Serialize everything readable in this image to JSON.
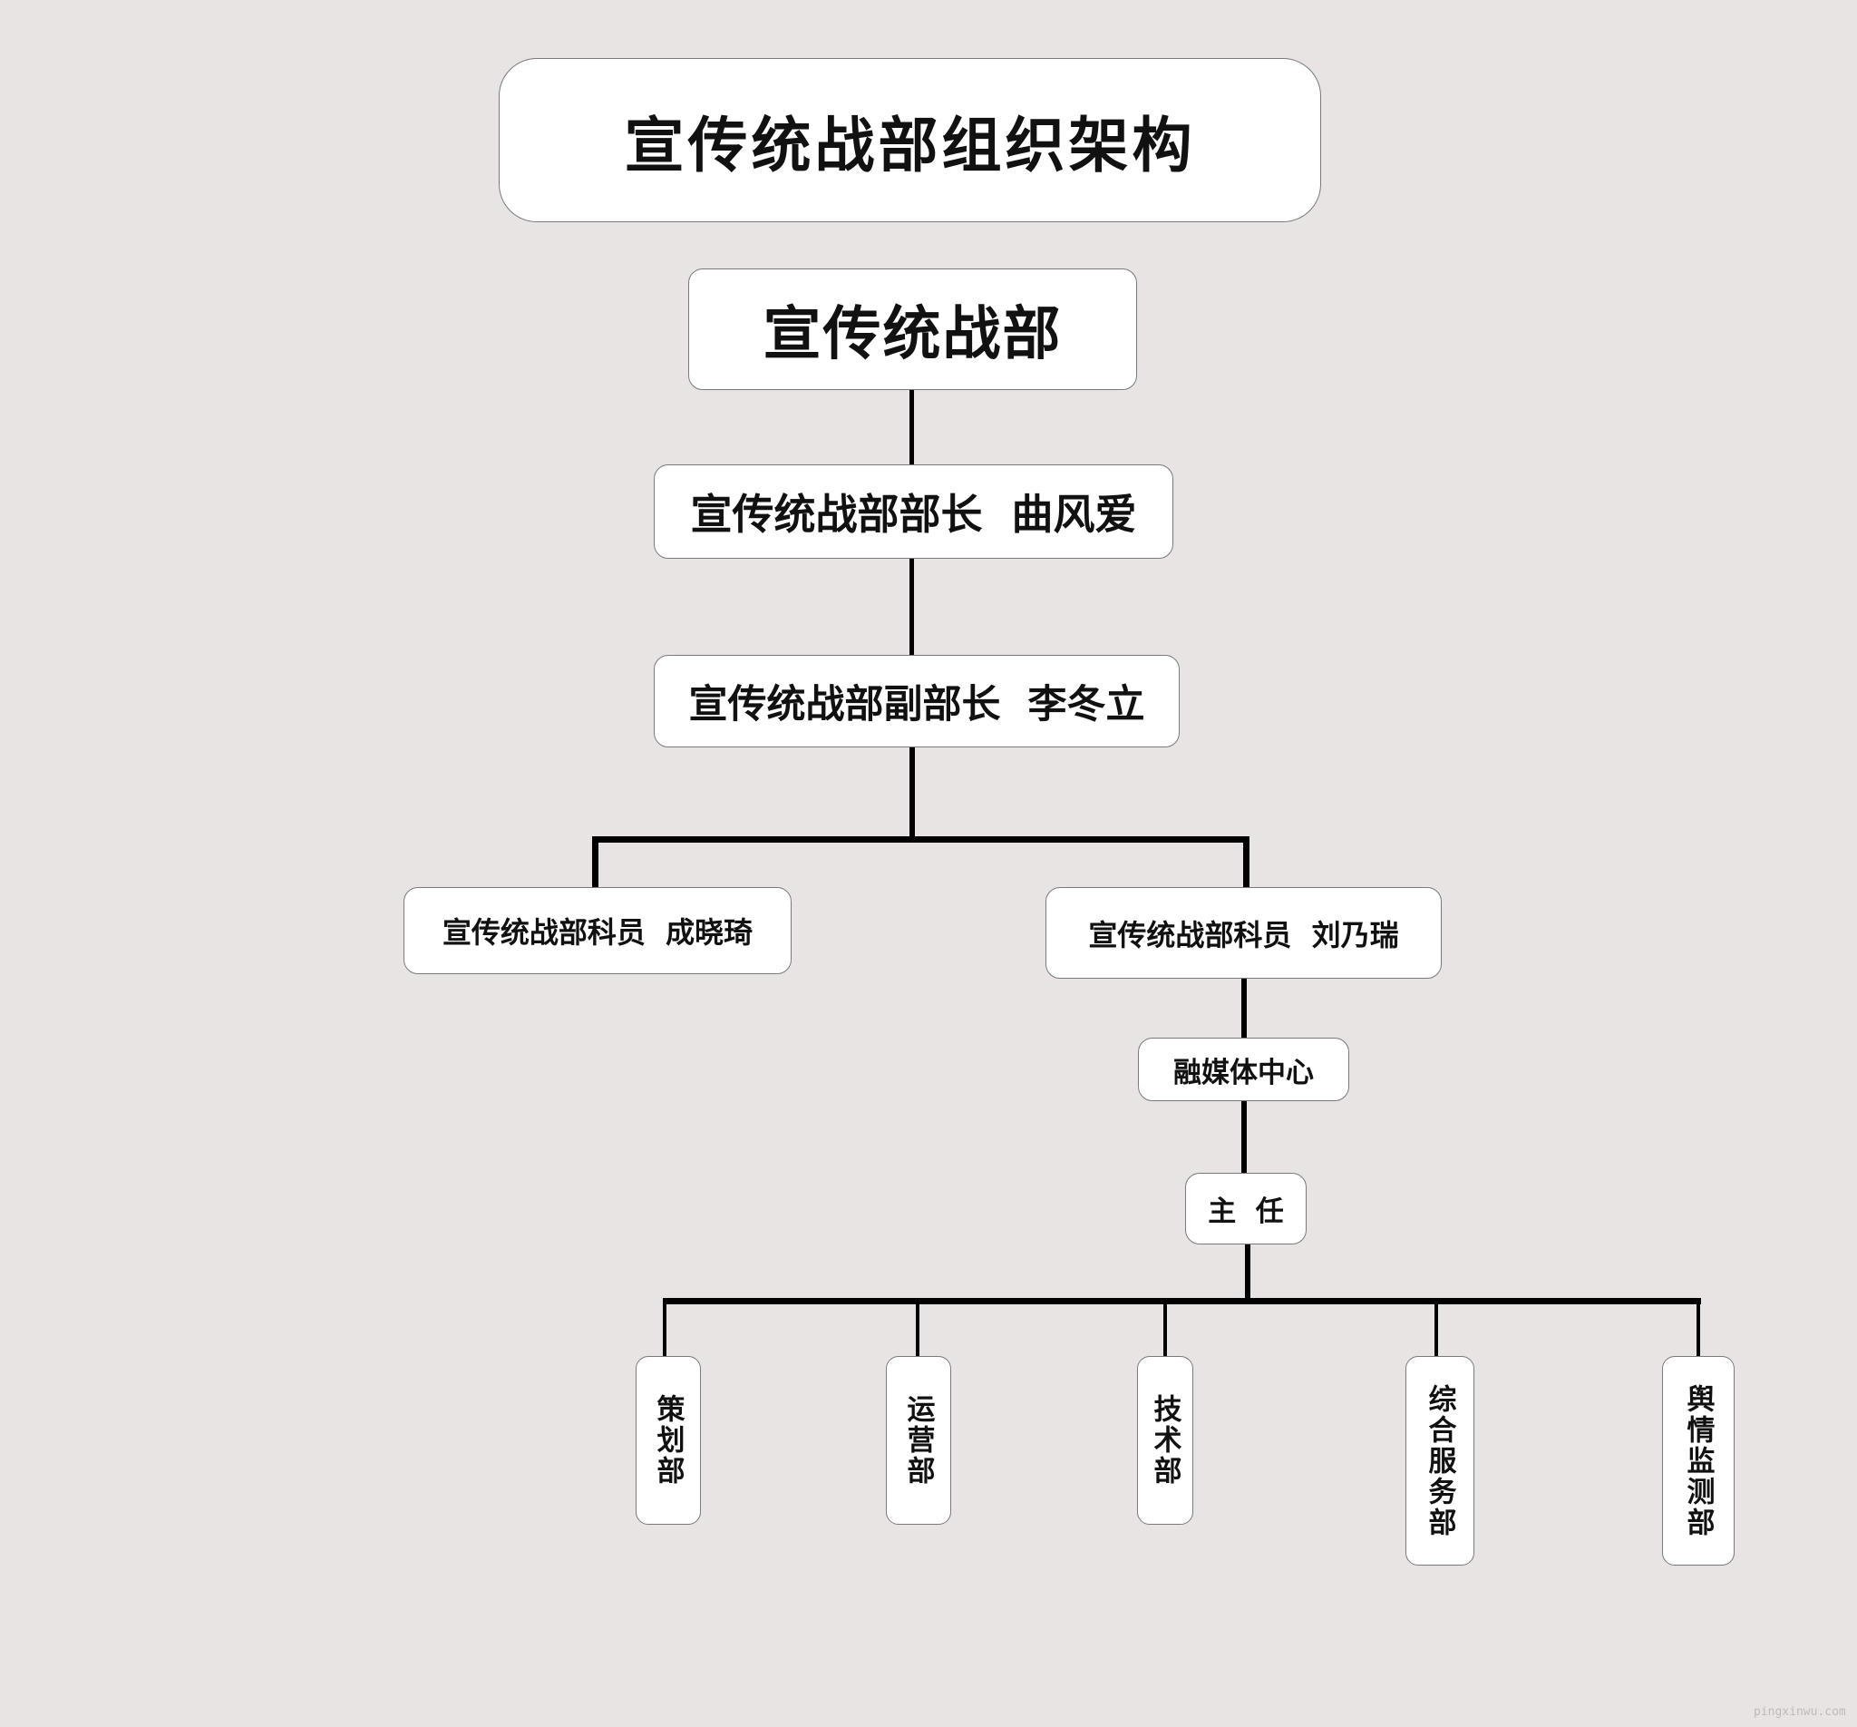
{
  "diagram": {
    "title": "宣传统战部组织架构",
    "root": "宣传统战部",
    "head": "宣传统战部部长  曲风爱",
    "deputy": "宣传统战部副部长  李冬立",
    "staff_left": "宣传统战部科员  成晓琦",
    "staff_right": "宣传统战部科员  刘乃瑞",
    "center": "融媒体中心",
    "director": "主  任",
    "departments": [
      "策划部",
      "运营部",
      "技术部",
      "综合服务部",
      "舆情监测部"
    ]
  },
  "watermark": "pingxinwu.com",
  "colors": {
    "background": "#e8e4e3",
    "box_fill": "#ffffff",
    "box_border": "#7a7a7a",
    "line": "#000000",
    "text": "#111111"
  }
}
